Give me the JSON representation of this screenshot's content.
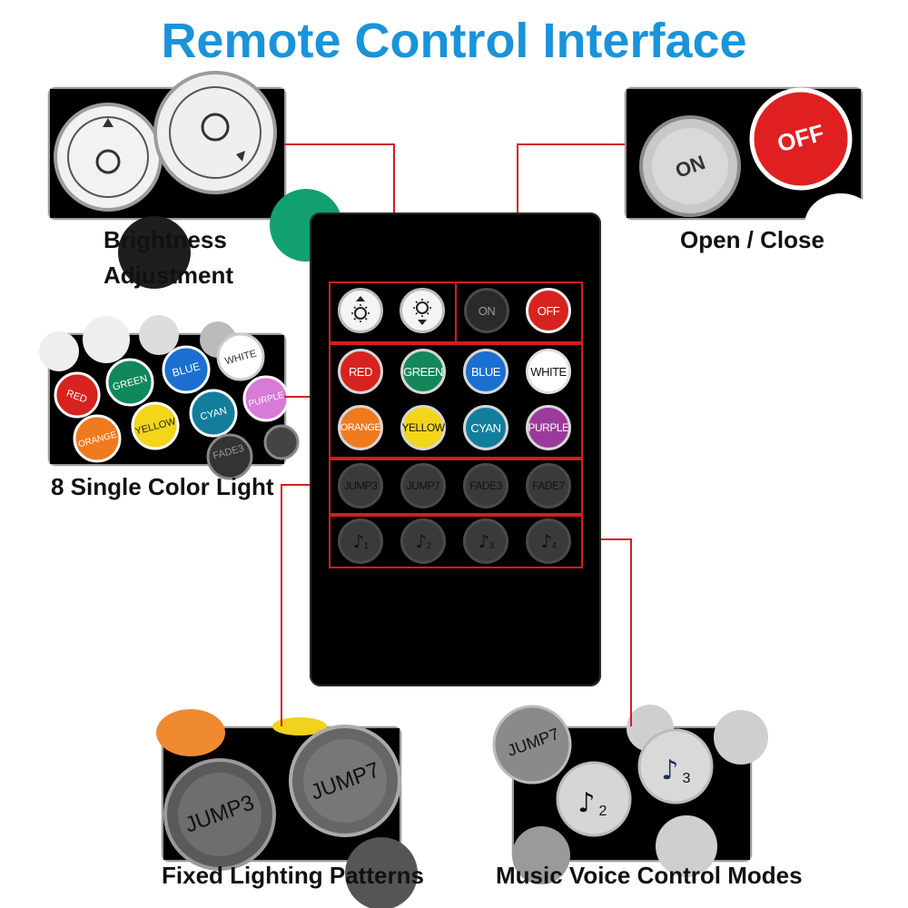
{
  "title": "Remote Control Interface",
  "labels": {
    "brightness_line1": "Brightness",
    "brightness_line2": "Adjustment",
    "open_close": "Open / Close",
    "single_color": "8 Single Color Light",
    "fixed_patterns": "Fixed Lighting Patterns",
    "music_modes": "Music Voice Control Modes"
  },
  "remote": {
    "power": {
      "on": "ON",
      "off": "OFF"
    },
    "colors": [
      {
        "label": "RED",
        "color": "#d7231f"
      },
      {
        "label": "GREEN",
        "color": "#14875a"
      },
      {
        "label": "BLUE",
        "color": "#1b6fd0"
      },
      {
        "label": "WHITE",
        "color": "#ffffff"
      },
      {
        "label": "ORANGE",
        "color": "#f07a1e"
      },
      {
        "label": "YELLOW",
        "color": "#f3d51a"
      },
      {
        "label": "CYAN",
        "color": "#127e9c"
      },
      {
        "label": "PURPLE",
        "color": "#9b3a9a"
      }
    ],
    "patterns": [
      "JUMP3",
      "JUMP7",
      "FADE3",
      "FADE7"
    ],
    "music": [
      {
        "note": "♪",
        "num": "1"
      },
      {
        "note": "♪",
        "num": "2"
      },
      {
        "note": "♪",
        "num": "3"
      },
      {
        "note": "♪",
        "num": "4"
      }
    ]
  },
  "zoom": {
    "power_on": "ON",
    "power_off": "OFF",
    "colors": [
      "RED",
      "GREEN",
      "BLUE",
      "WHITE",
      "PURPLE",
      "CYAN",
      "YELLOW",
      "ORANGE",
      "FADE3"
    ],
    "patterns": [
      "JUMP3",
      "JUMP7"
    ],
    "music": [
      "JUMP7",
      "2",
      "3"
    ]
  },
  "accent": "#d21e1e",
  "title_color": "#1a93d9"
}
